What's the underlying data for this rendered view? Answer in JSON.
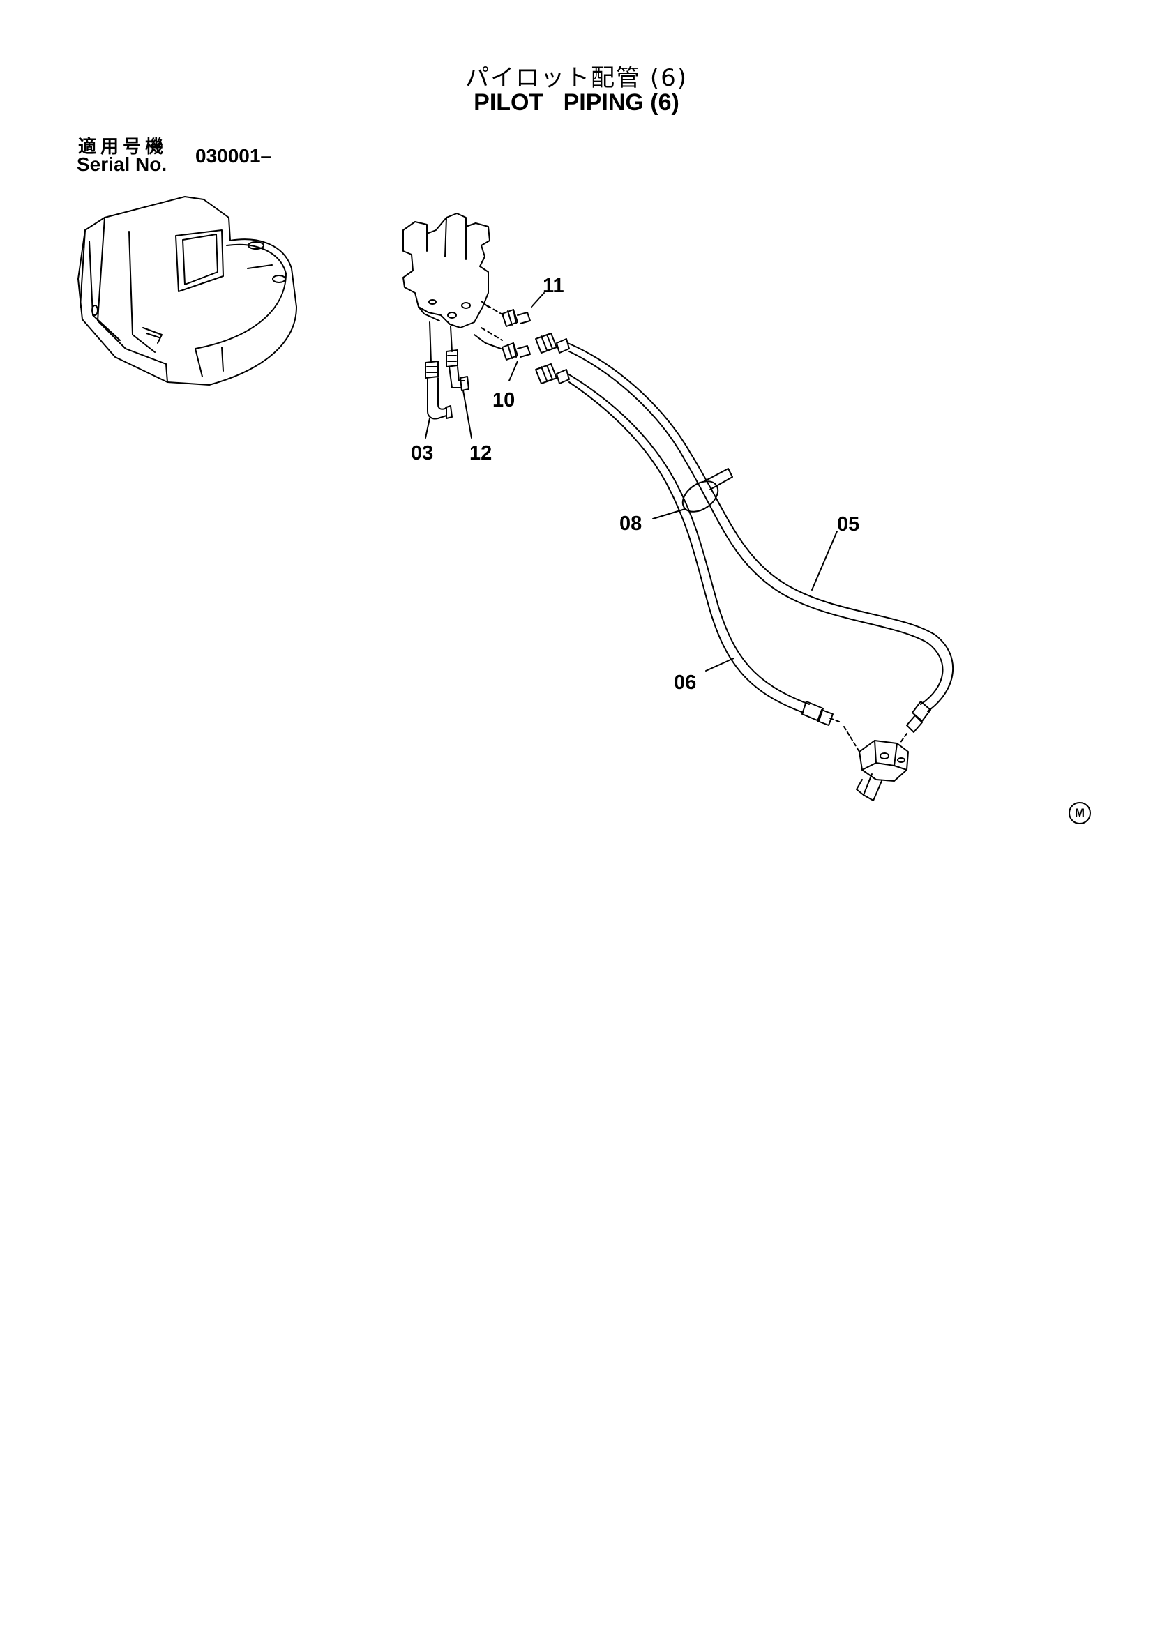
{
  "header": {
    "title_jp": "パイロット配管 (6)",
    "title_en": "PILOT   PIPING (6)"
  },
  "serial": {
    "label_jp": "適用号機",
    "label_en": "Serial No.",
    "value": "030001–"
  },
  "callouts": {
    "p03": "03",
    "p05": "05",
    "p06": "06",
    "p08": "08",
    "p10": "10",
    "p11": "11",
    "p12": "12"
  },
  "mark": "M"
}
